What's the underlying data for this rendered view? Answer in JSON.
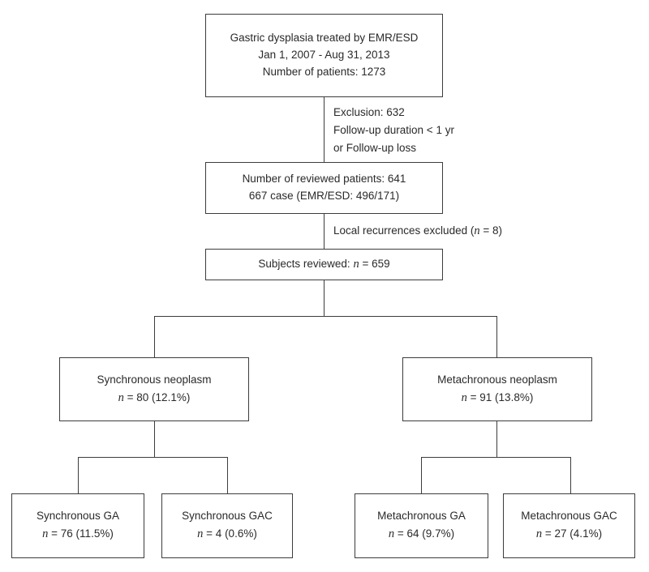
{
  "diagram": {
    "title": "Gastric dysplasia EMR/ESD patient flow",
    "type": "flowchart",
    "colors": {
      "border": "#3c3c3c",
      "text": "#2a2a2a",
      "background": "#ffffff"
    },
    "nodes": {
      "cohort": {
        "name": "initial-cohort",
        "line1": "Gastric dysplasia treated by EMR/ESD",
        "line2": "Jan 1, 2007 - Aug 31, 2013",
        "line3": "Number of patients: 1273"
      },
      "reviewed": {
        "name": "reviewed-patients",
        "line1": "Number of reviewed patients: 641",
        "line2": "667 case (EMR/ESD: 496/171)"
      },
      "subjects": {
        "name": "subjects-reviewed",
        "prefix": "Subjects reviewed: ",
        "var": "n",
        "suffix": " = 659"
      },
      "synchronous_neoplasm": {
        "name": "synchronous-neoplasm",
        "line1": "Synchronous neoplasm",
        "var": "n",
        "line2": " = 80 (12.1%)"
      },
      "metachronous_neoplasm": {
        "name": "metachronous-neoplasm",
        "line1": "Metachronous neoplasm",
        "var": "n",
        "line2": " = 91 (13.8%)"
      },
      "synchronous_ga": {
        "name": "synchronous-ga",
        "line1": "Synchronous GA",
        "var": "n",
        "line2": " = 76 (11.5%)"
      },
      "synchronous_gac": {
        "name": "synchronous-gac",
        "line1": "Synchronous GAC",
        "var": "n",
        "line2": " = 4 (0.6%)"
      },
      "metachronous_ga": {
        "name": "metachronous-ga",
        "line1": "Metachronous GA",
        "var": "n",
        "line2": " = 64 (9.7%)"
      },
      "metachronous_gac": {
        "name": "metachronous-gac",
        "line1": "Metachronous GAC",
        "var": "n",
        "line2": " = 27 (4.1%)"
      }
    },
    "annotations": {
      "exclusion": {
        "name": "exclusion-note",
        "line1": "Exclusion: 632",
        "line2": "Follow-up duration < 1 yr",
        "line3": "or Follow-up loss"
      },
      "local_recurrence": {
        "name": "local-recurrence-note",
        "prefix": "Local recurrences excluded (",
        "var": "n",
        "suffix": " = 8)"
      }
    },
    "chart_data": {
      "type": "flowchart",
      "total_enrolled": 1273,
      "excluded": 632,
      "reviewed_patients": 641,
      "reviewed_cases": 667,
      "emr_cases": 496,
      "esd_cases": 171,
      "local_recurrences_excluded": 8,
      "subjects_reviewed": 659,
      "branches": [
        {
          "label": "Synchronous neoplasm",
          "n": 80,
          "percent": 12.1,
          "children": [
            {
              "label": "Synchronous GA",
              "n": 76,
              "percent": 11.5
            },
            {
              "label": "Synchronous GAC",
              "n": 4,
              "percent": 0.6
            }
          ]
        },
        {
          "label": "Metachronous neoplasm",
          "n": 91,
          "percent": 13.8,
          "children": [
            {
              "label": "Metachronous GA",
              "n": 64,
              "percent": 9.7
            },
            {
              "label": "Metachronous GAC",
              "n": 27,
              "percent": 4.1
            }
          ]
        }
      ]
    }
  }
}
